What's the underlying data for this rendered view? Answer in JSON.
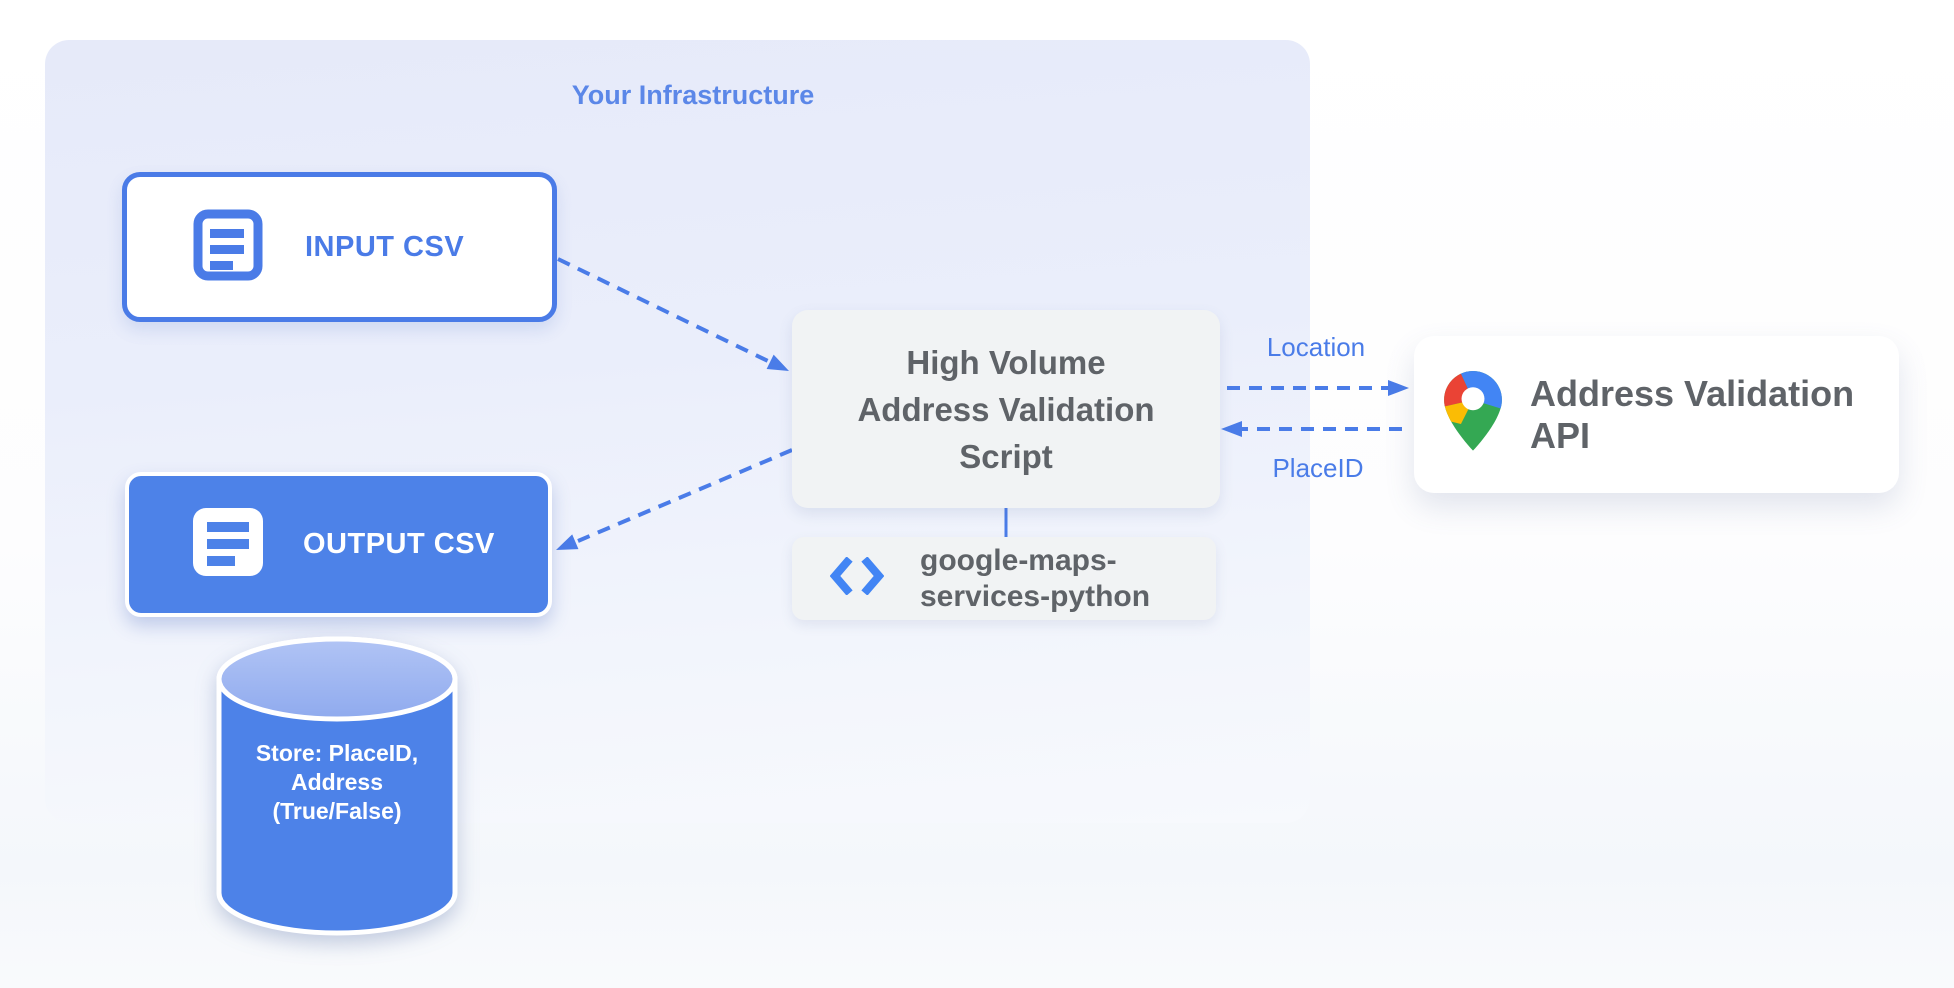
{
  "infrastructure": {
    "title": "Your Infrastructure"
  },
  "nodes": {
    "input_csv": {
      "label": "INPUT CSV"
    },
    "output_csv": {
      "label": "OUTPUT CSV"
    },
    "datastore": {
      "label": "Store: PlaceID,\nAddress\n(True/False)"
    },
    "script": {
      "label": "High Volume\nAddress Validation\nScript"
    },
    "library": {
      "label": "google-maps-\nservices-python"
    },
    "api": {
      "label": "Address Validation API"
    }
  },
  "edges": {
    "location_label": "Location",
    "placeid_label": "PlaceID"
  },
  "icons": {
    "input": "document-outline-icon",
    "output": "document-filled-icon",
    "library": "code-icon",
    "api": "google-maps-pin-icon"
  },
  "colors": {
    "accent_blue": "#4a7be7",
    "fill_blue": "#4d82e8",
    "arrow_blue": "#4a7ce8",
    "title_blue": "#5b87e8",
    "box_gray": "#f1f3f4",
    "text_gray": "#5f6368",
    "infra_bg": "#e8ecfa",
    "cylinder_top": "#9db5f1",
    "pin_blue": "#4285f4",
    "pin_red": "#ea4335",
    "pin_yellow": "#fbbc04",
    "pin_green": "#34a853"
  }
}
